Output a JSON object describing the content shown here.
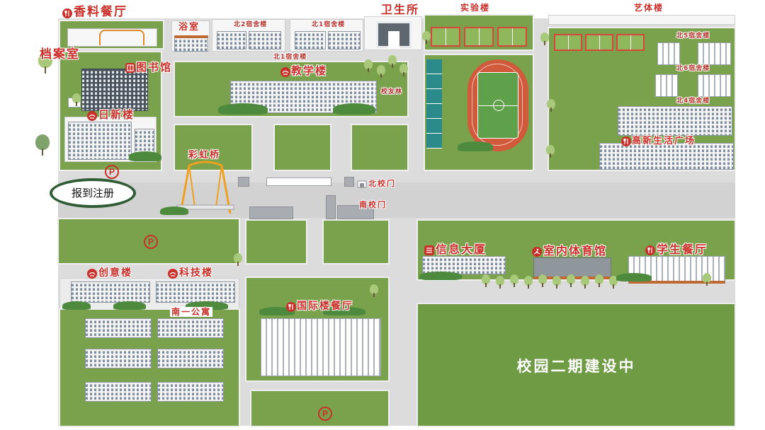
{
  "labels": {
    "spice_restaurant": "香料餐厅",
    "bathhouse": "浴室",
    "north2_dorm": "北2宿舍楼",
    "north1_dorm_top": "北1宿舍楼",
    "north1_dorm_mid": "北1宿舍楼",
    "clinic": "卫生所",
    "lab_building": "实验楼",
    "arts_sports_building": "艺体楼",
    "north5_dorm": "北5宿舍楼",
    "north6_dorm": "北6宿舍楼",
    "north4_dorm": "北4宿舍楼",
    "archives": "档案室",
    "library": "图书馆",
    "teaching_building": "教学楼",
    "alumni_grove": "校友林",
    "rixin_building": "日新楼",
    "rainbow_bridge": "彩虹桥",
    "north_gate": "北校门",
    "south_gate": "南校门",
    "register": "报到注册",
    "creative_building": "创意楼",
    "tech_building": "科技楼",
    "south1_apartment": "南一公寓",
    "international_restaurant": "国际楼餐厅",
    "info_tower": "信息大厦",
    "indoor_gym": "室内体育馆",
    "student_restaurant": "学生餐厅",
    "gaoxin_plaza": "高新生活广场",
    "phase2": "校园二期建设中",
    "parking": "P"
  },
  "icons": {
    "restaurant": "fork-knife-icon",
    "library": "book-icon",
    "teaching": "school-icon",
    "info": "info-building-icon",
    "gym": "sports-icon",
    "gate": "gate-icon",
    "parking": "parking-icon"
  },
  "colors": {
    "lawn": "#7aa24c",
    "road": "#dcdcdc",
    "label_red": "#c9302a",
    "track": "#d25a3c",
    "register_border": "#2f5c34"
  }
}
